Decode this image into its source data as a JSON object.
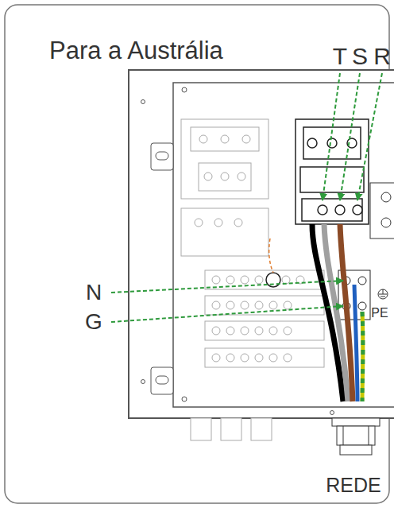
{
  "diagram": {
    "title": "Para a Austrália",
    "labels": [
      "T",
      "S",
      "R",
      "N",
      "G",
      "PE",
      "REDE"
    ]
  }
}
